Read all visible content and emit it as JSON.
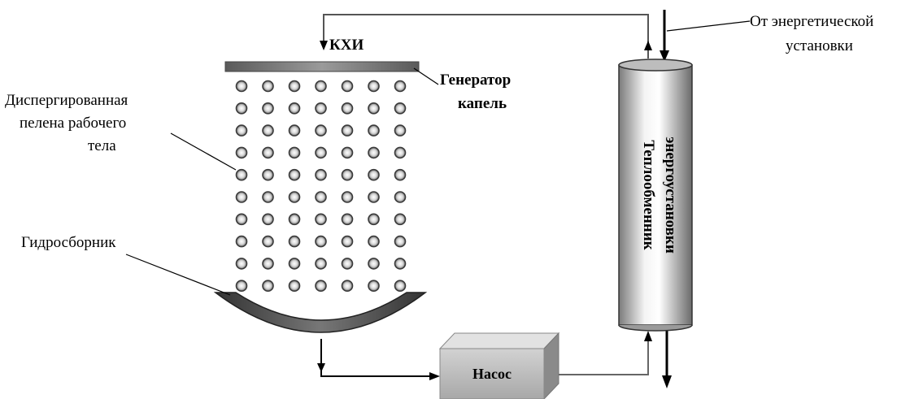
{
  "labels": {
    "kxi": "КХИ",
    "generator_line1": "Генератор",
    "generator_line2": "капель",
    "dispersed_line1": "Диспергированная",
    "dispersed_line2": "пелена рабочего",
    "dispersed_line3": "тела",
    "collector": "Гидросборник",
    "from_plant_line1": "От энергетической",
    "from_plant_line2": "установки",
    "heat_exchanger_line1": "Теплообменник",
    "heat_exchanger_line2": "энергоустановки",
    "pump": "Насос"
  },
  "droplets": {
    "columns": 7,
    "rows": 10
  }
}
